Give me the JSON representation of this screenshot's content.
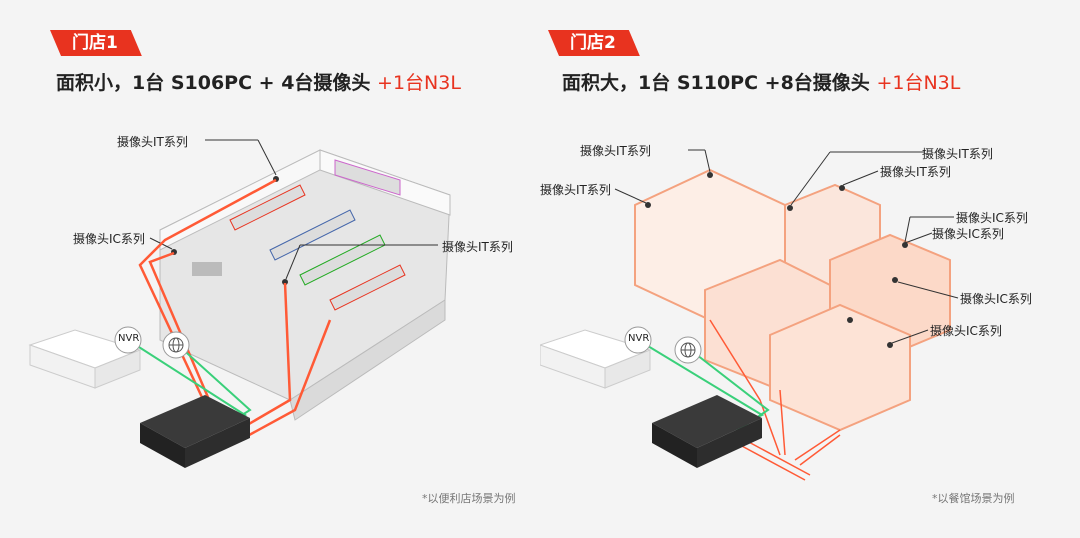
{
  "store1": {
    "tag": "门店1",
    "headline": "面积小，1台 S106PC + 4台摄像头",
    "headline_red": "+1台N3L",
    "labels": {
      "cam_it_top": "摄像头IT系列",
      "cam_ic_left": "摄像头IC系列",
      "cam_it_right": "摄像头IT系列"
    },
    "nvr": "NVR",
    "note": "*以便利店场景为例"
  },
  "store2": {
    "tag": "门店2",
    "headline": "面积大，1台 S110PC +8台摄像头",
    "headline_red": "+1台N3L",
    "labels": {
      "it_1": "摄像头IT系列",
      "it_2": "摄像头IT系列",
      "it_3": "摄像头IT系列",
      "it_4": "摄像头IT系列",
      "ic_1": "摄像头IC系列",
      "ic_2": "摄像头IC系列",
      "ic_3": "摄像头IC系列",
      "ic_4": "摄像头IC系列"
    },
    "nvr": "NVR",
    "note": "*以餐馆场景为例"
  },
  "colors": {
    "accent": "#e8331f",
    "orange_cable": "#ff5a36",
    "green_cable": "#3ad07a"
  }
}
